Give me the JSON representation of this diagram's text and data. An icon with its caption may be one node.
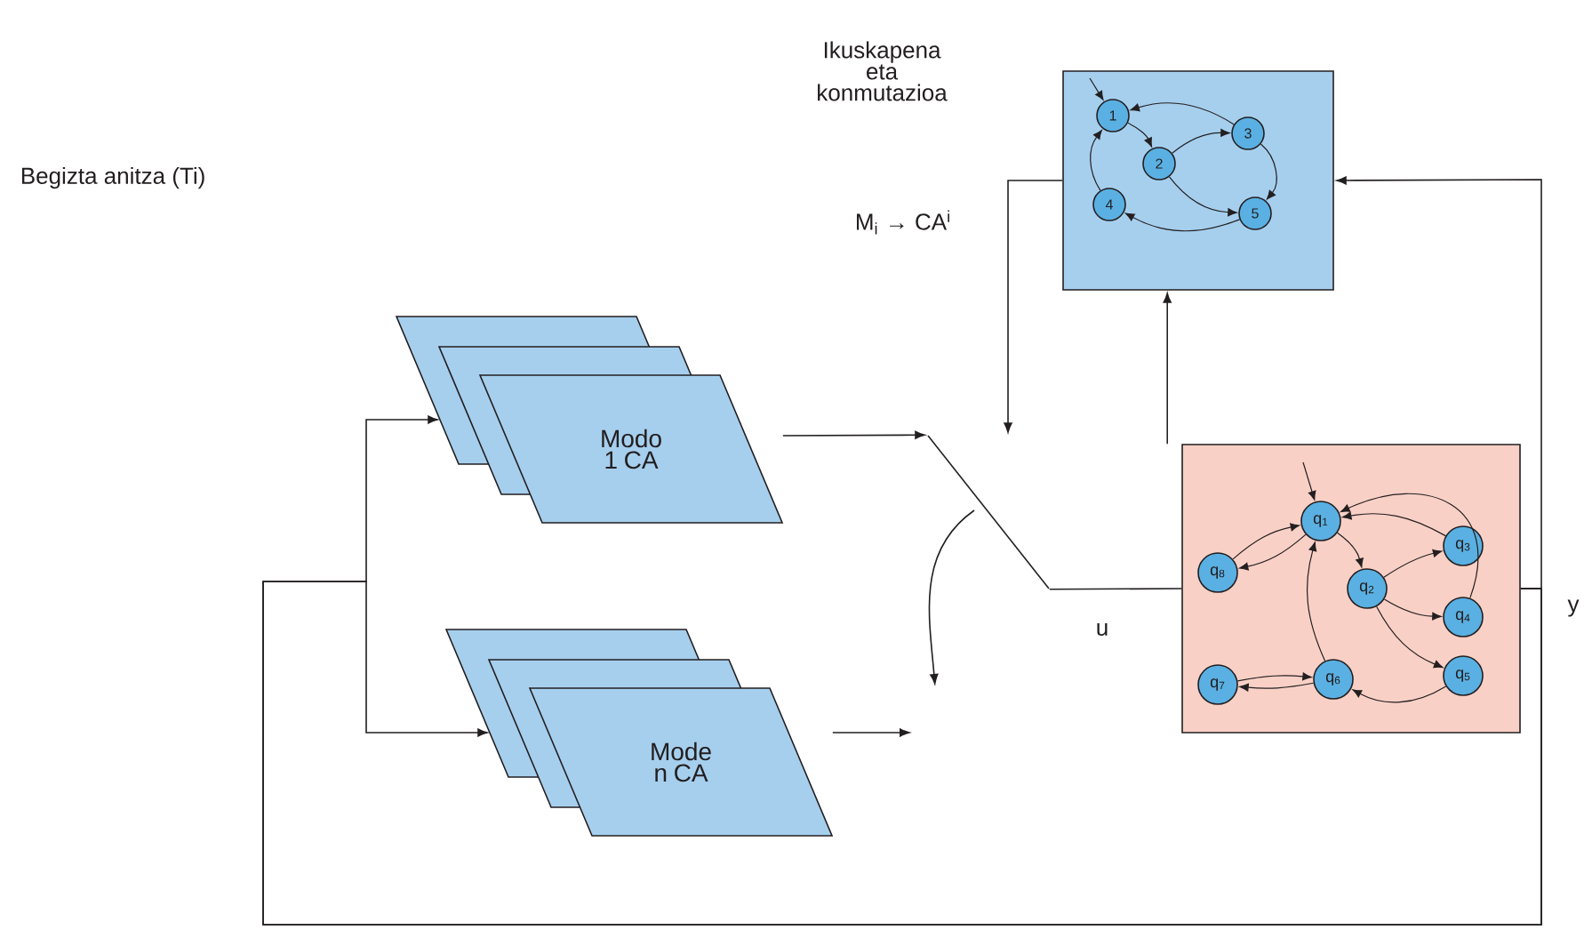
{
  "diagram": {
    "nodes": [
      {
        "text": [],
        "shape": "box"
      },
      {
        "text": [
          "1"
        ],
        "in": 0
      },
      {
        "text": [
          "2"
        ],
        "in": 0
      },
      {
        "text": [
          "3"
        ],
        "in": 0
      },
      {
        "text": [
          "4"
        ],
        "in": 0
      },
      {
        "text": [
          "5"
        ],
        "in": 0
      },
      {
        "text": [
          "Modo 1 CA"
        ]
      },
      {
        "text": [
          "Mode n CA"
        ]
      },
      {
        "text": [],
        "shape": "box"
      },
      {
        "text": [
          "q$_{1}$"
        ],
        "in": 8
      },
      {
        "text": [
          "q$_{2}$"
        ],
        "in": 8
      },
      {
        "text": [
          "q$_{3}$"
        ],
        "in": 8
      },
      {
        "text": [
          "q$_{4}$"
        ],
        "in": 8
      },
      {
        "text": [
          "q$_{5}$"
        ],
        "in": 8
      },
      {
        "text": [
          "q$_{6}$"
        ],
        "in": 8
      },
      {
        "text": [
          "q$_{7}$"
        ],
        "in": 8
      },
      {
        "text": [
          "q$_{8}$"
        ],
        "in": 8
      },
      {
        "text": [],
        "shape": "switch"
      }
    ],
    "edges": [
      {
        "from": 8,
        "to": 0,
        "arrow": "to"
      },
      {
        "from": 8,
        "to": 6,
        "arrow": "to"
      },
      {
        "from": 8,
        "to": 7,
        "arrow": "to"
      },
      {
        "from": 6,
        "to": 17,
        "arrow": "to"
      },
      {
        "from": 7,
        "to": null,
        "arrow": "to"
      },
      {
        "from": 0,
        "to": 17,
        "arrow": "to"
      },
      {
        "from": 17,
        "to": 8,
        "arrow": "none",
        "label": "u"
      },
      {
        "from": 8,
        "to": 0,
        "arrow": "to"
      },
      {
        "from": null,
        "to": 1,
        "arrow": "to"
      },
      {
        "from": 1,
        "to": 2,
        "arrow": "to"
      },
      {
        "from": 2,
        "to": 3,
        "arrow": "to"
      },
      {
        "from": 3,
        "to": 1,
        "arrow": "to"
      },
      {
        "from": 4,
        "to": 1,
        "arrow": "to"
      },
      {
        "from": 5,
        "to": 4,
        "arrow": "to"
      },
      {
        "from": 2,
        "to": 5,
        "arrow": "to"
      },
      {
        "from": 3,
        "to": 5,
        "arrow": "to"
      },
      {
        "from": null,
        "to": 9,
        "arrow": "to"
      },
      {
        "from": 12,
        "to": 9,
        "arrow": "to"
      },
      {
        "from": 11,
        "to": 9,
        "arrow": "to"
      },
      {
        "from": 16,
        "to": 9,
        "arrow": "to"
      },
      {
        "from": 9,
        "to": 16,
        "arrow": "to"
      },
      {
        "from": 9,
        "to": 10,
        "arrow": "to"
      },
      {
        "from": 10,
        "to": 11,
        "arrow": "to"
      },
      {
        "from": 10,
        "to": 12,
        "arrow": "to"
      },
      {
        "from": 10,
        "to": 13,
        "arrow": "to"
      },
      {
        "from": 13,
        "to": 14,
        "arrow": "to"
      },
      {
        "from": 14,
        "to": 9,
        "arrow": "to"
      },
      {
        "from": 15,
        "to": 14,
        "arrow": "to"
      },
      {
        "from": 14,
        "to": 15,
        "arrow": "to"
      }
    ],
    "labels": [
      "Ikuskapena eta konmutazioa",
      "Begizta anitza (Ti)",
      "M$_{i}$ → CA$^{i}$",
      "y"
    ]
  }
}
